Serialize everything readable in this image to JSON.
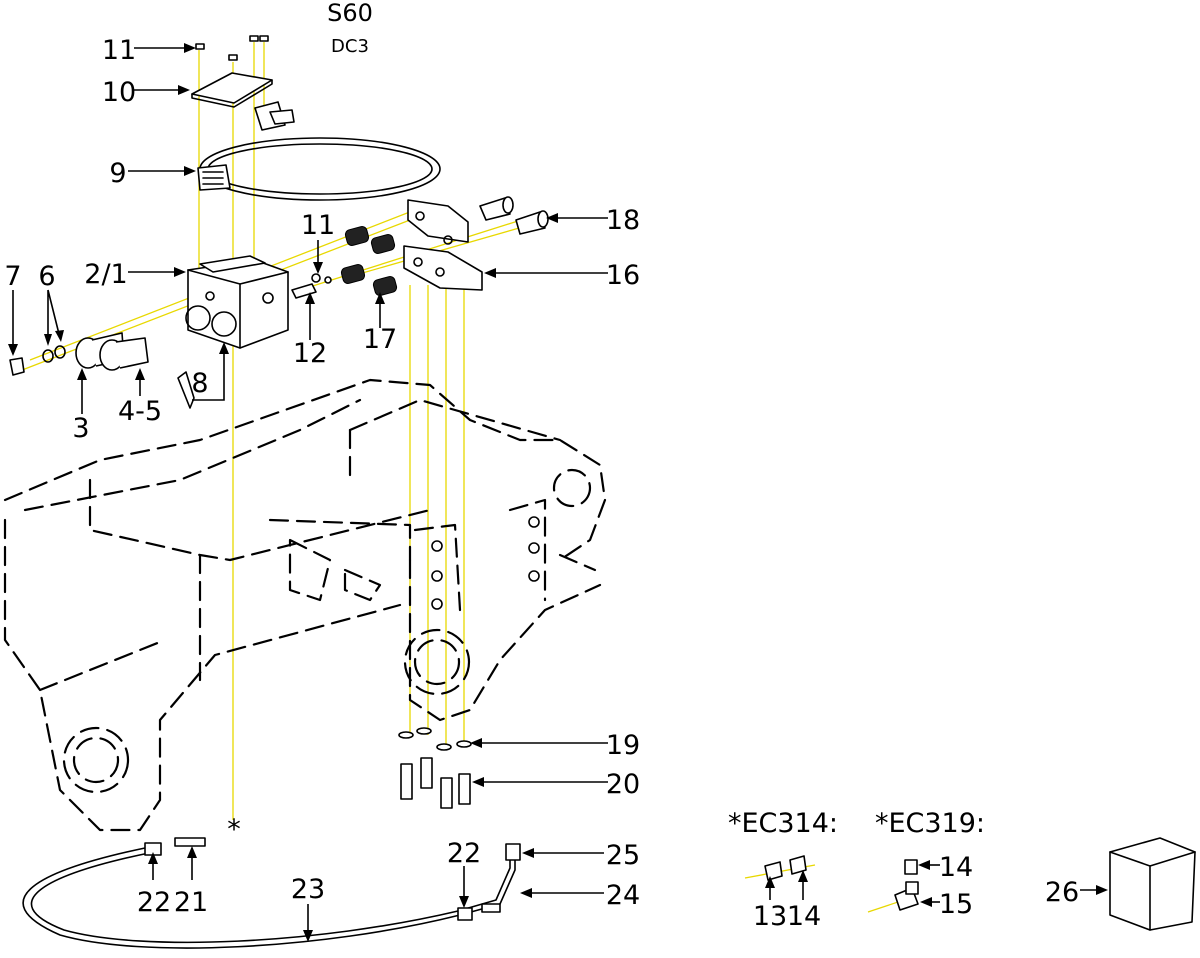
{
  "header": {
    "model": "S60",
    "variant": "DC3"
  },
  "variants": {
    "ec314": "*EC314:",
    "ec319": "*EC319:"
  },
  "asterisk": "*",
  "callouts": {
    "c11_top": "11",
    "c10": "10",
    "c9": "9",
    "c2_1": "2/1",
    "c7": "7",
    "c6": "6",
    "c3": "3",
    "c4_5": "4-5",
    "c8": "8",
    "c11_mid": "11",
    "c12": "12",
    "c17": "17",
    "c18": "18",
    "c16": "16",
    "c19": "19",
    "c20": "20",
    "c22_left": "22",
    "c21": "21",
    "c23": "23",
    "c22_right": "22",
    "c25": "25",
    "c24": "24",
    "c13": "13",
    "c14_ec314": "14",
    "c14_ec319": "14",
    "c15": "15",
    "c26": "26"
  }
}
